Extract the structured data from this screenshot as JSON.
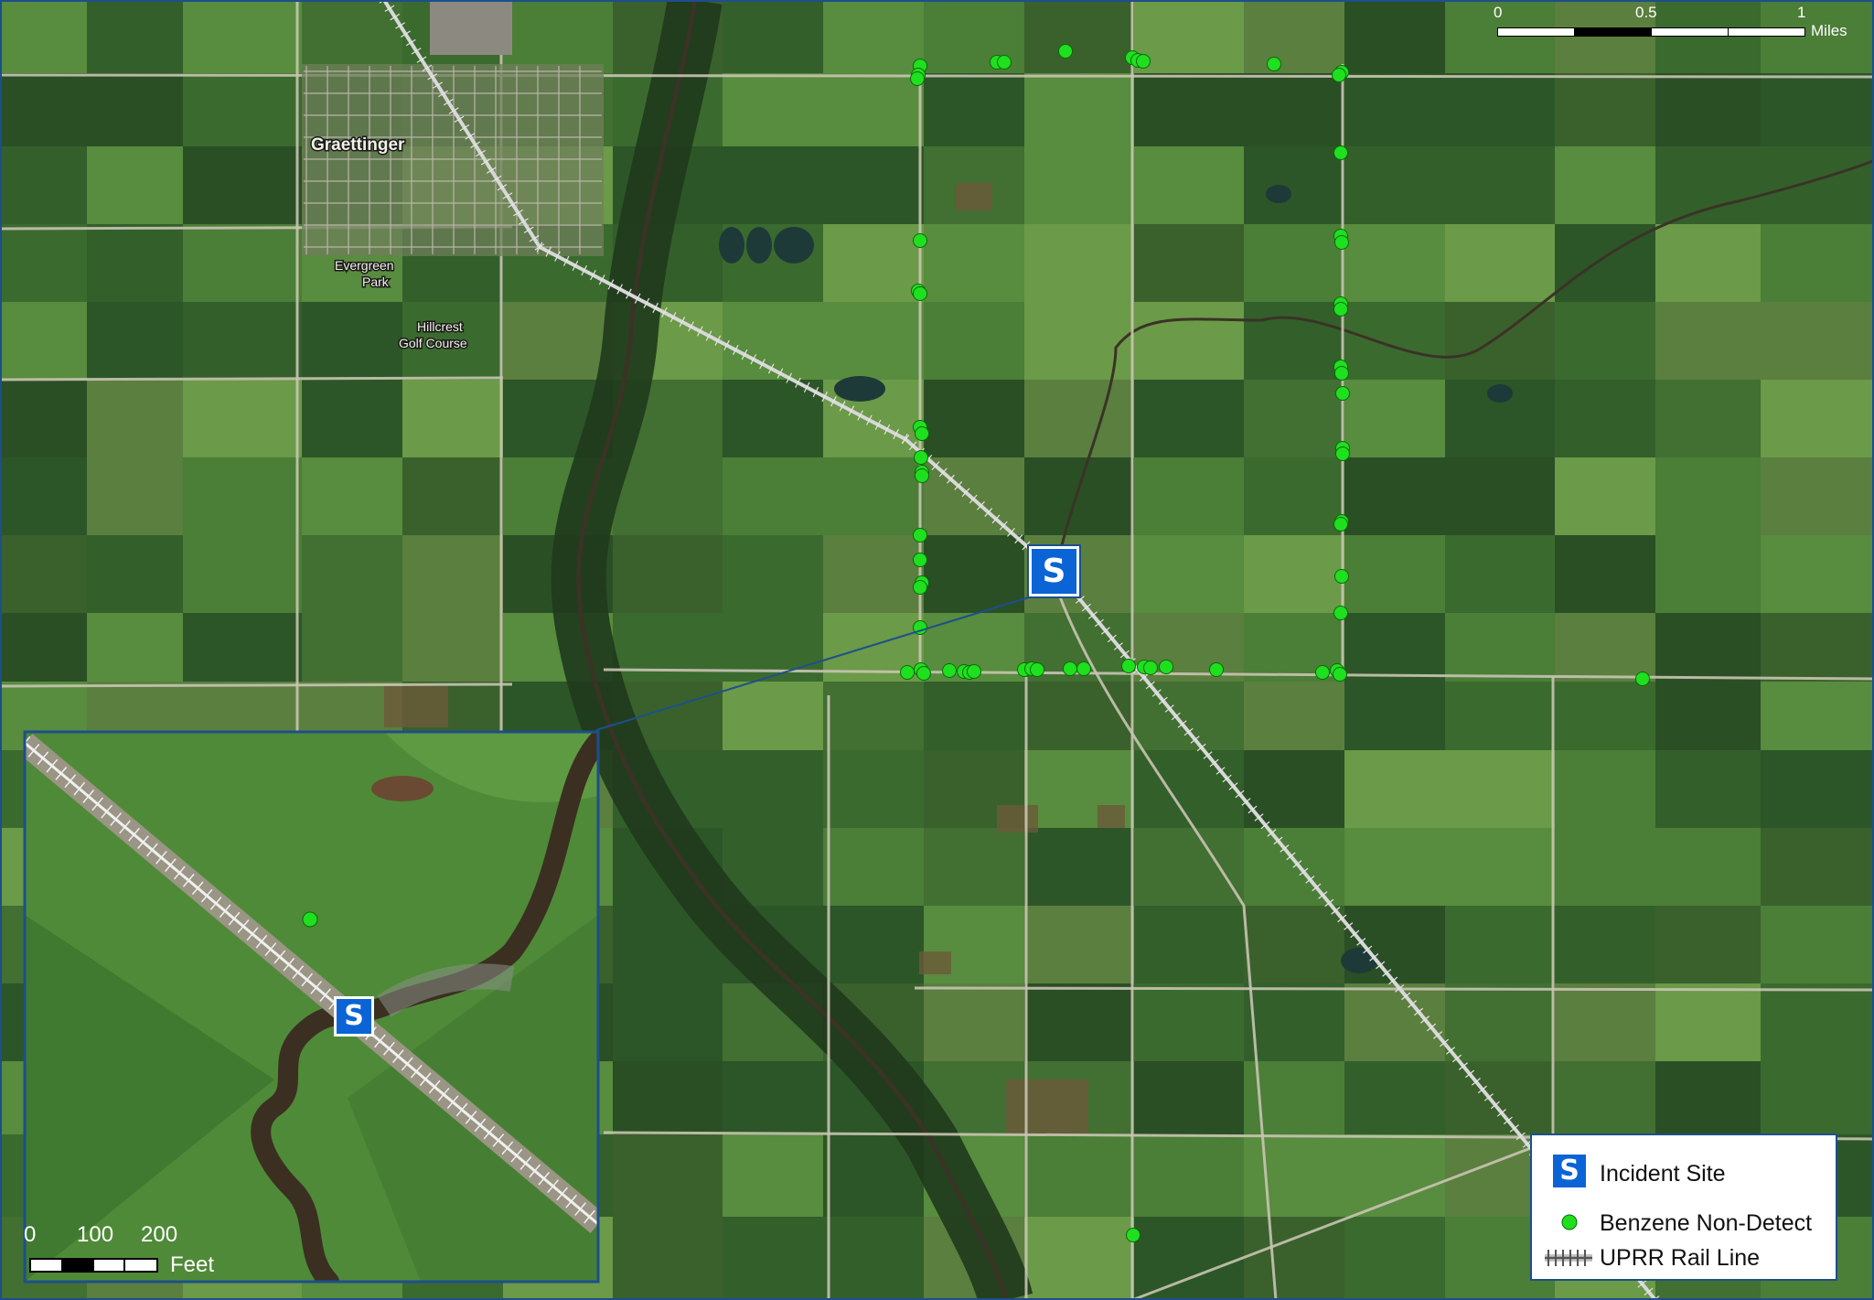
{
  "map": {
    "place_labels": [
      "Graettinger",
      "Evergreen",
      "Park",
      "Hillcrest",
      "Golf Course"
    ],
    "scale_miles": {
      "labels": [
        "0",
        "0.5",
        "1"
      ],
      "unit": "Miles"
    },
    "scale_feet": {
      "labels": [
        "0",
        "100",
        "200"
      ],
      "unit": "Feet"
    },
    "incident_symbol": "S",
    "legend": {
      "incident_site": "Incident Site",
      "benzene_non_detect": "Benzene Non-Detect",
      "rail_line": "UPRR Rail Line"
    },
    "colors": {
      "sample_point": "#1fe01f",
      "incident_marker": "#0a64d6",
      "frame": "#1d4f8c",
      "field_dark": "#2f5a2a",
      "field_light": "#5f913f",
      "river": "#3a3326",
      "road": "#c9c4b3"
    },
    "icons": [
      "incident-site-icon",
      "benzene-non-detect-icon",
      "rail-line-icon"
    ]
  }
}
